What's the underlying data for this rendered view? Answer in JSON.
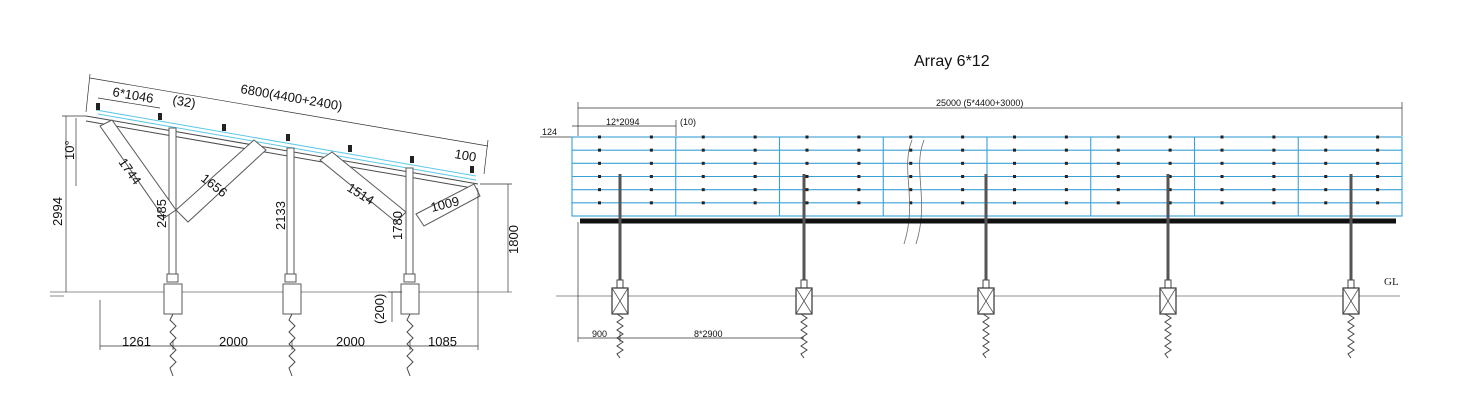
{
  "side_view": {
    "labels": {
      "panel_count": "6*1046",
      "gap": "(32)",
      "total_length": "6800(4400+2400)",
      "tilt_angle": "10°",
      "overhang": "100",
      "brace_1": "1744",
      "brace_2": "1656",
      "brace_3": "1514",
      "brace_4": "1009",
      "height_total": "2994",
      "post_1": "2485",
      "post_2": "2133",
      "post_3": "1780",
      "height_front": "1800",
      "embed": "(200)",
      "span_1": "1261",
      "span_2": "2000",
      "span_3": "2000",
      "span_4": "1085"
    }
  },
  "front_view": {
    "title": "Array 6*12",
    "labels": {
      "total_length": "25000 (5*4400+3000)",
      "panel_count": "12*2094",
      "gap": "(10)",
      "edge": "124",
      "offset": "900",
      "post_spacing": "8*2900",
      "ground": "GL"
    }
  },
  "colors": {
    "panel_outline": "#3aa0d8",
    "frame": "#4a4a4a",
    "beam": "#111111"
  }
}
